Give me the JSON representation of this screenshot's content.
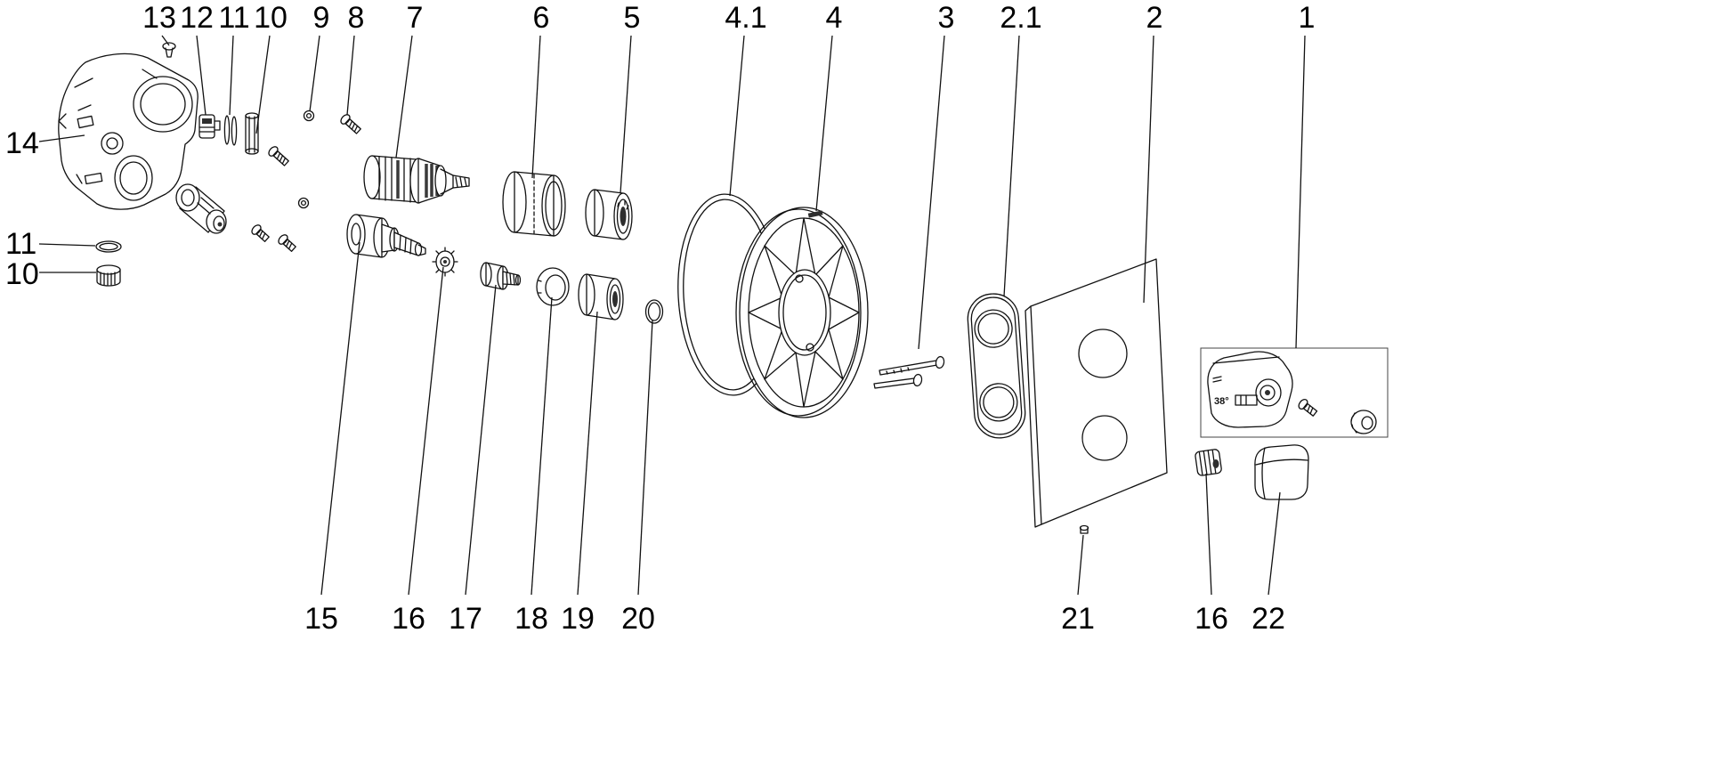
{
  "page": {
    "background": "#ffffff",
    "ink": "#111111"
  },
  "diagram": {
    "kind": "exploded-parts-diagram",
    "subject": "Thermostatic shower mixer valve - exploded parts view",
    "knob_marking": "38°"
  },
  "callouts": [
    {
      "ref": "13",
      "row": "top"
    },
    {
      "ref": "12",
      "row": "top"
    },
    {
      "ref": "11",
      "row": "top"
    },
    {
      "ref": "10",
      "row": "top"
    },
    {
      "ref": "9",
      "row": "top"
    },
    {
      "ref": "8",
      "row": "top"
    },
    {
      "ref": "7",
      "row": "top"
    },
    {
      "ref": "6",
      "row": "top"
    },
    {
      "ref": "5",
      "row": "top"
    },
    {
      "ref": "4.1",
      "row": "top"
    },
    {
      "ref": "4",
      "row": "top"
    },
    {
      "ref": "3",
      "row": "top"
    },
    {
      "ref": "2.1",
      "row": "top"
    },
    {
      "ref": "2",
      "row": "top"
    },
    {
      "ref": "1",
      "row": "top"
    },
    {
      "ref": "14",
      "row": "left"
    },
    {
      "ref": "11",
      "row": "left"
    },
    {
      "ref": "10",
      "row": "left"
    },
    {
      "ref": "15",
      "row": "bottom"
    },
    {
      "ref": "16",
      "row": "bottom"
    },
    {
      "ref": "17",
      "row": "bottom"
    },
    {
      "ref": "18",
      "row": "bottom"
    },
    {
      "ref": "19",
      "row": "bottom"
    },
    {
      "ref": "20",
      "row": "bottom"
    },
    {
      "ref": "21",
      "row": "bottom"
    },
    {
      "ref": "16",
      "row": "bottom"
    },
    {
      "ref": "22",
      "row": "bottom"
    }
  ]
}
